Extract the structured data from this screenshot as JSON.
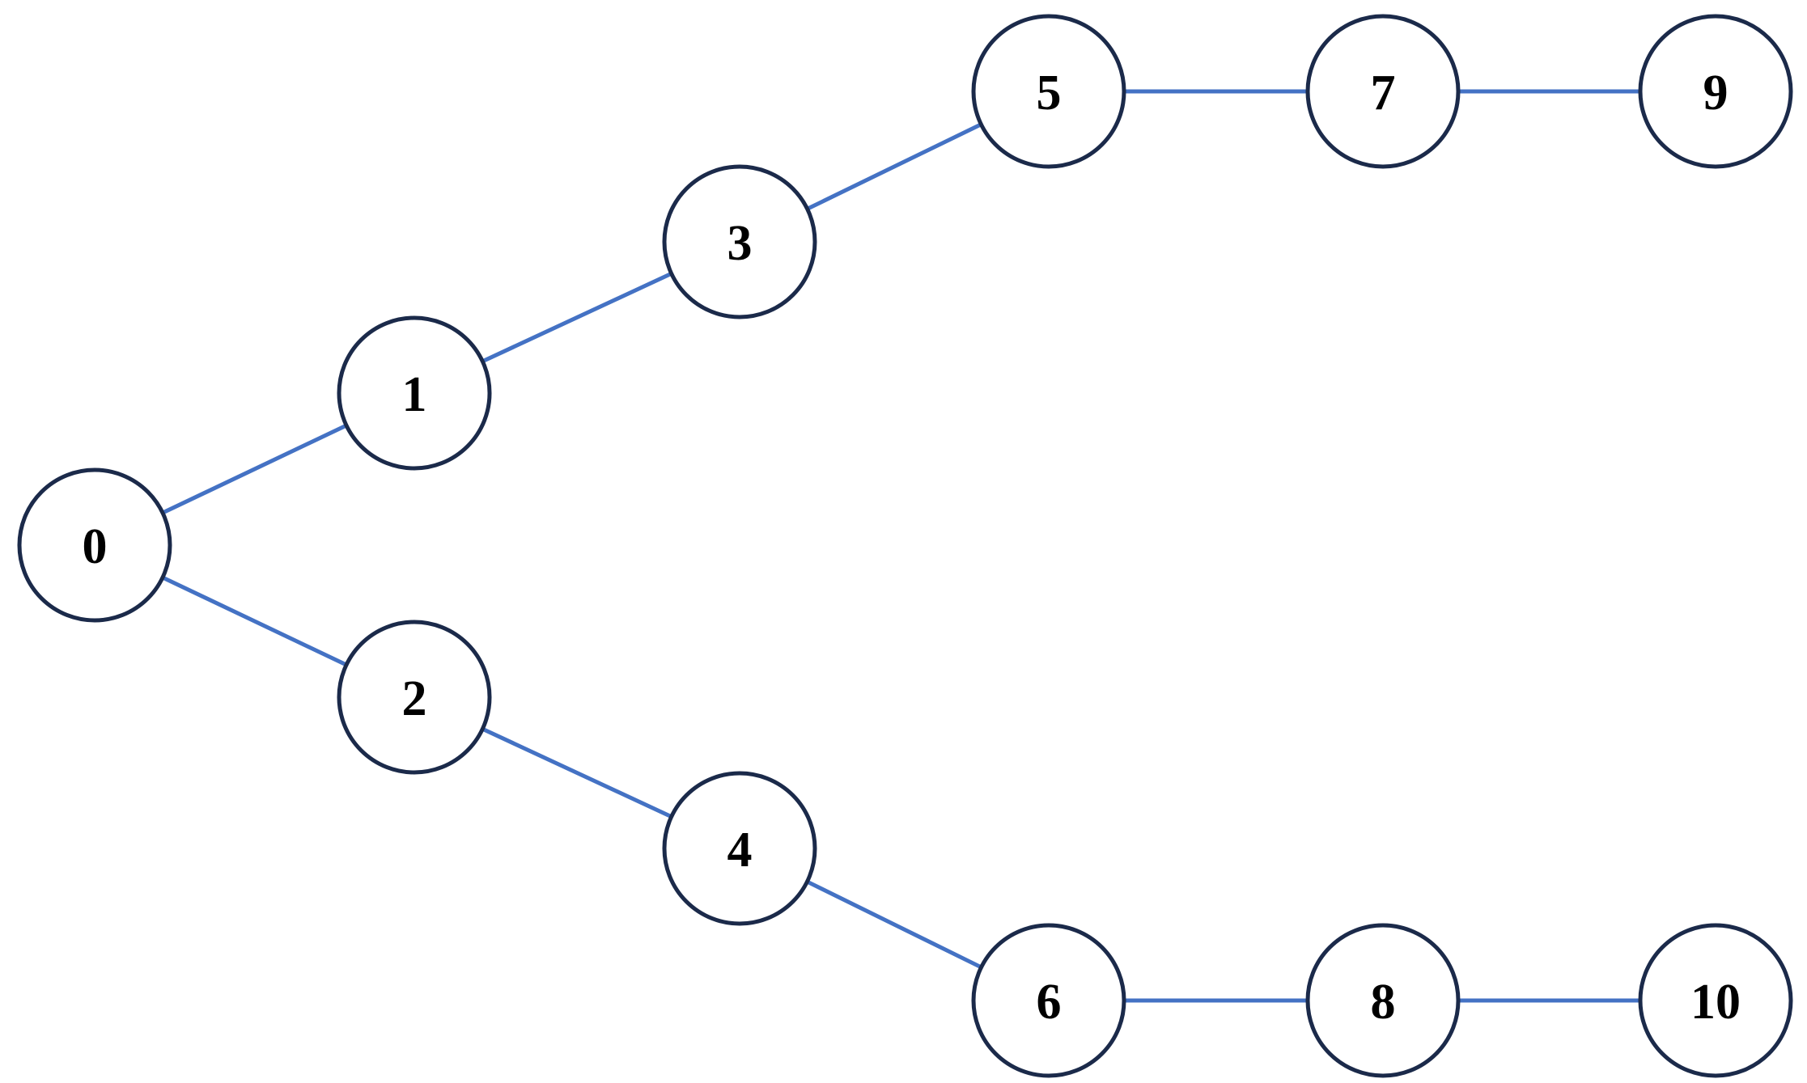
{
  "colors": {
    "edge": "#4472C4",
    "node_stroke": "#1B2A4A",
    "node_fill": "#FFFFFF",
    "label": "#000000"
  },
  "nodes": [
    {
      "id": "0",
      "label": "0"
    },
    {
      "id": "1",
      "label": "1"
    },
    {
      "id": "2",
      "label": "2"
    },
    {
      "id": "3",
      "label": "3"
    },
    {
      "id": "4",
      "label": "4"
    },
    {
      "id": "5",
      "label": "5"
    },
    {
      "id": "6",
      "label": "6"
    },
    {
      "id": "7",
      "label": "7"
    },
    {
      "id": "8",
      "label": "8"
    },
    {
      "id": "9",
      "label": "9"
    },
    {
      "id": "10",
      "label": "10"
    }
  ],
  "edges": [
    {
      "from": "0",
      "to": "1"
    },
    {
      "from": "0",
      "to": "2"
    },
    {
      "from": "1",
      "to": "3"
    },
    {
      "from": "2",
      "to": "4"
    },
    {
      "from": "3",
      "to": "5"
    },
    {
      "from": "4",
      "to": "6"
    },
    {
      "from": "5",
      "to": "7"
    },
    {
      "from": "6",
      "to": "8"
    },
    {
      "from": "7",
      "to": "9"
    },
    {
      "from": "8",
      "to": "10"
    }
  ]
}
